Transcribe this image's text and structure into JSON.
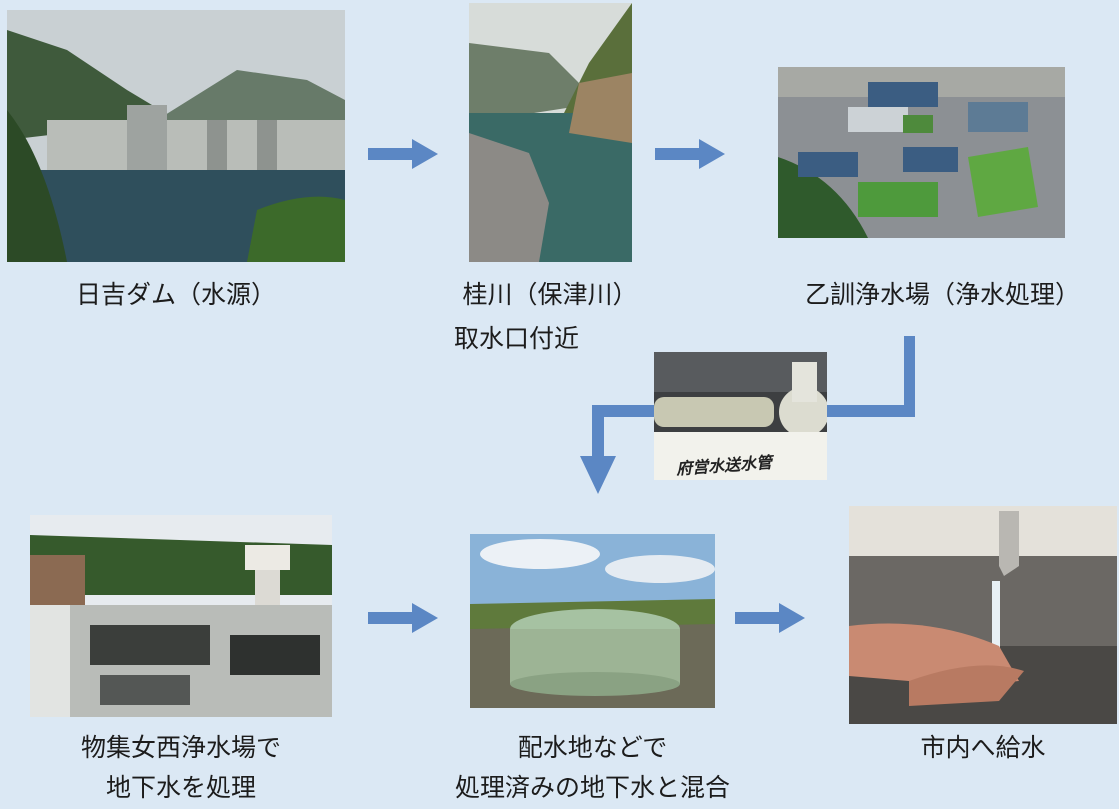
{
  "steps": {
    "dam": {
      "line1": "日吉ダム（水源）",
      "icon": "dam-photo"
    },
    "river": {
      "line1": "桂川（保津川）",
      "line2": "取水口付近",
      "icon": "river-photo"
    },
    "plant": {
      "line1": "乙訓浄水場（浄水処理）",
      "icon": "treatment-plant-photo"
    },
    "pipe": {
      "sign": "府営水送水管",
      "icon": "pipe-photo"
    },
    "groundwater": {
      "line1": "物集女西浄水場で",
      "line2": "地下水を処理",
      "icon": "groundwater-plant-photo"
    },
    "reservoir": {
      "line1": "配水地などで",
      "line2": "処理済みの地下水と混合",
      "icon": "reservoir-photo"
    },
    "supply": {
      "line1": "市内へ給水",
      "icon": "tap-water-photo"
    }
  },
  "colors": {
    "arrow": "#5b87c4",
    "background": "#dbe8f4"
  }
}
